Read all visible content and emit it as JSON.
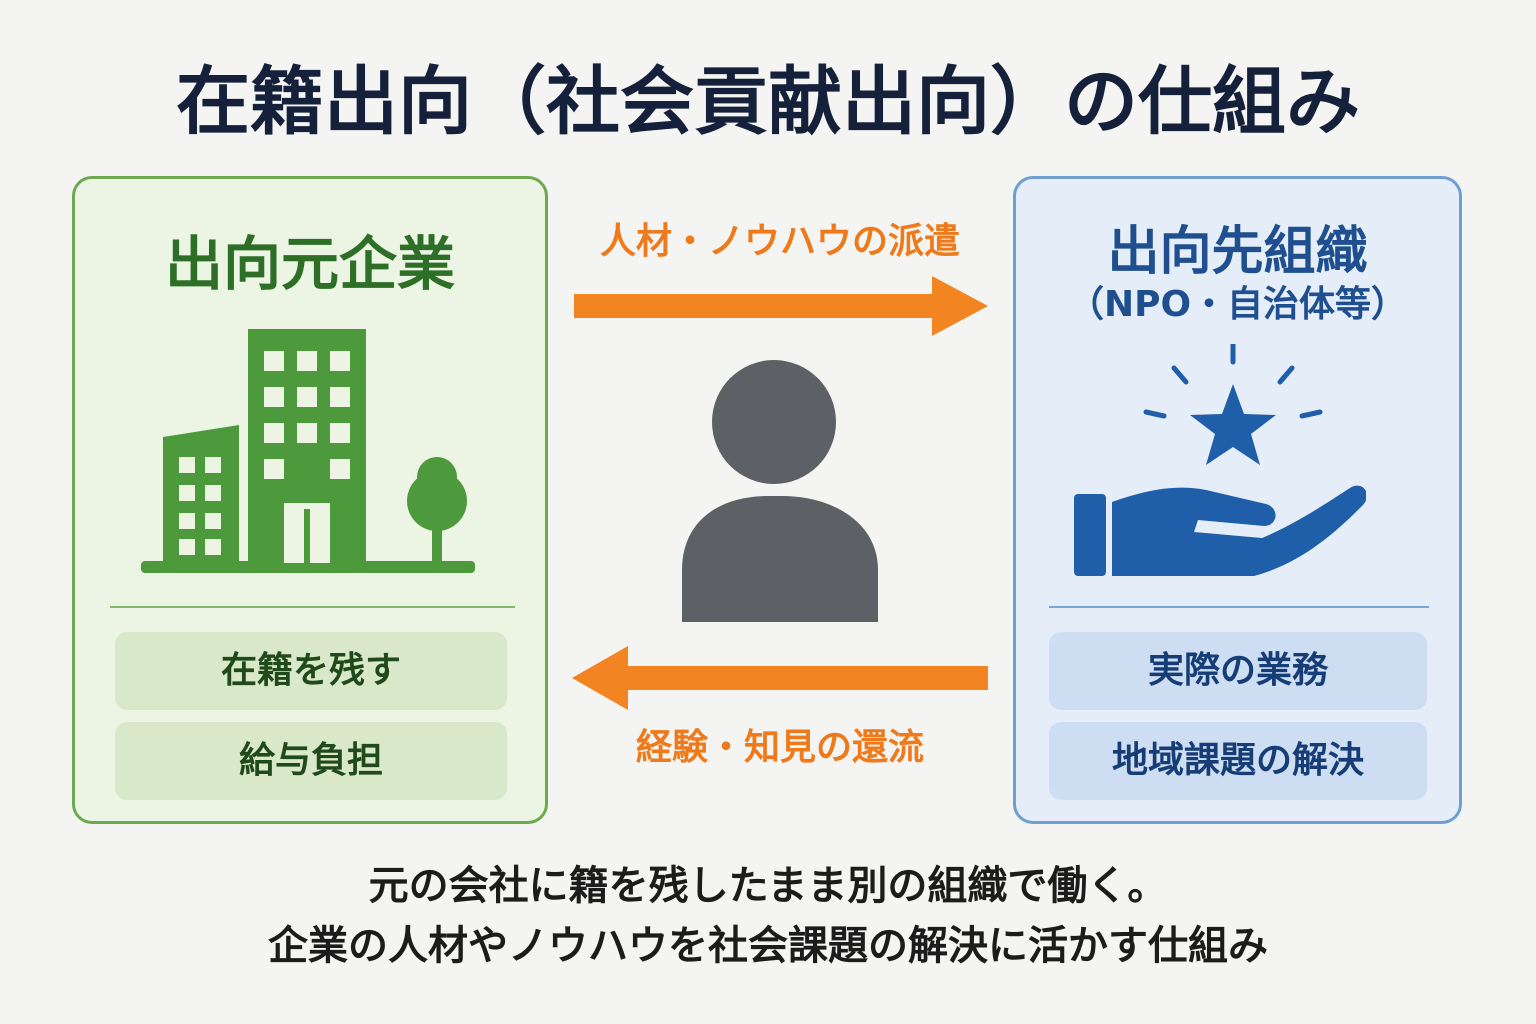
{
  "title": "在籍出向（社会貢献出向）の仕組み",
  "left_panel": {
    "title": "出向元企業",
    "icon": "office-building-icon",
    "items": [
      "在籍を残す",
      "給与負担"
    ],
    "colors": {
      "accent": "#4c9a3c",
      "border": "#6daa4f",
      "background": "#ecf4e3"
    }
  },
  "right_panel": {
    "title": "出向先組織",
    "subtitle": "（NPO・自治体等）",
    "icon": "hand-star-icon",
    "items": [
      "実際の業務",
      "地域課題の解決"
    ],
    "colors": {
      "accent": "#1f5ea8",
      "border": "#6f9fd1",
      "background": "#e4edf8"
    }
  },
  "center": {
    "icon": "person-icon",
    "top_arrow": {
      "label": "人材・ノウハウの派遣",
      "direction": "right"
    },
    "bottom_arrow": {
      "label": "経験・知見の還流",
      "direction": "left"
    },
    "colors": {
      "arrow": "#f28422",
      "person": "#5d6166"
    }
  },
  "caption": {
    "line1": "元の会社に籍を残したまま別の組織で働く。",
    "line2": "企業の人材やノウハウを社会課題の解決に活かす仕組み"
  }
}
